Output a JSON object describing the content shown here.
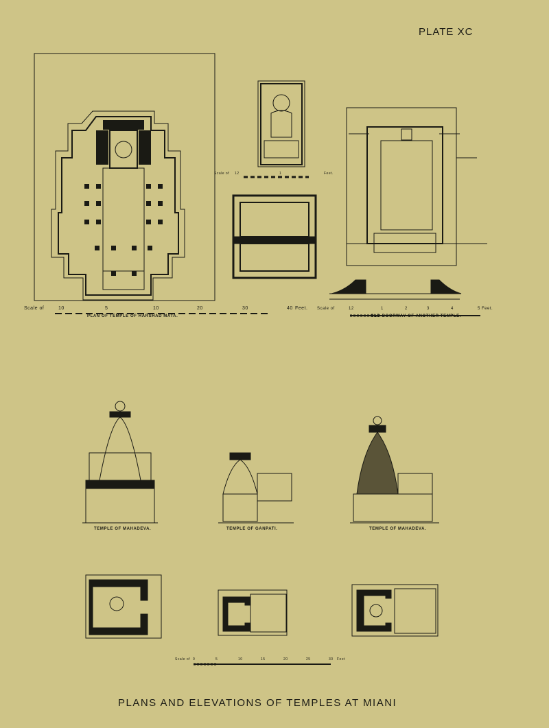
{
  "plate_number": "PLATE XC",
  "title": "PLANS AND ELEVATIONS OF TEMPLES AT MIANI",
  "figures": {
    "harshad_plan": {
      "caption": "PLAN OF TEMPLE OF HARSHAD MATA."
    },
    "doorway": {
      "caption": "OLD DOORWAY OF ANOTHER TEMPLE."
    },
    "mahadeva_1": {
      "caption": "TEMPLE OF MAHADEVA."
    },
    "ganpati": {
      "caption": "TEMPLE OF GANPATI."
    },
    "mahadeva_2": {
      "caption": "TEMPLE OF MAHADEVA."
    }
  },
  "scales": {
    "plan_scale": {
      "prefix": "Scale of",
      "ticks": [
        "10",
        "5",
        "10",
        "20",
        "30",
        "40"
      ],
      "unit": "Feet."
    },
    "image_scale": {
      "prefix": "Scale of",
      "ticks": [
        "12",
        "1"
      ],
      "unit": "Feet."
    },
    "doorway_scale": {
      "prefix": "Scale of",
      "ticks": [
        "12",
        "1",
        "2",
        "3",
        "4",
        "5"
      ],
      "unit": "Feet."
    },
    "lower_scale": {
      "prefix": "Scale of",
      "ticks": [
        "0",
        "5",
        "10",
        "15",
        "20",
        "25",
        "30"
      ],
      "unit": "Feet"
    }
  },
  "colors": {
    "paper": "#cec487",
    "ink": "#1a1a14"
  }
}
